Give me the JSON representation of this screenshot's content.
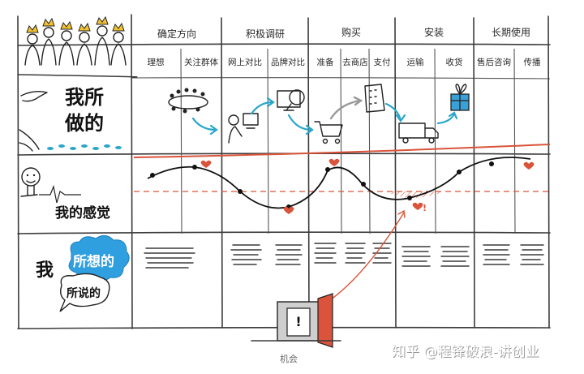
{
  "stages": [
    {
      "title": "确定方向",
      "subs": [
        "理想",
        "关注群体"
      ]
    },
    {
      "title": "积极调研",
      "subs": [
        "网上对比",
        "品牌对比"
      ]
    },
    {
      "title": "购买",
      "subs": [
        "准备",
        "去商店",
        "支付"
      ]
    },
    {
      "title": "安装",
      "subs": [
        "运输",
        "收货"
      ]
    },
    {
      "title": "长期使用",
      "subs": [
        "售后咨询",
        "传播"
      ]
    }
  ],
  "rows": {
    "doing": [
      "我所",
      "做的"
    ],
    "feeling": "我的感觉",
    "thinking_me": "我",
    "thinking": "所想的",
    "saying": "所说的"
  },
  "opportunity": "机会",
  "watermark": "知乎 @程锋破浪-讲创业",
  "colors": {
    "accent_red": "#d9543a",
    "teal": "#2aa6c9",
    "cloud_blue": "#2f9fe0",
    "crown_yellow": "#f2c230",
    "gift_blue": "#3aa0d8"
  }
}
